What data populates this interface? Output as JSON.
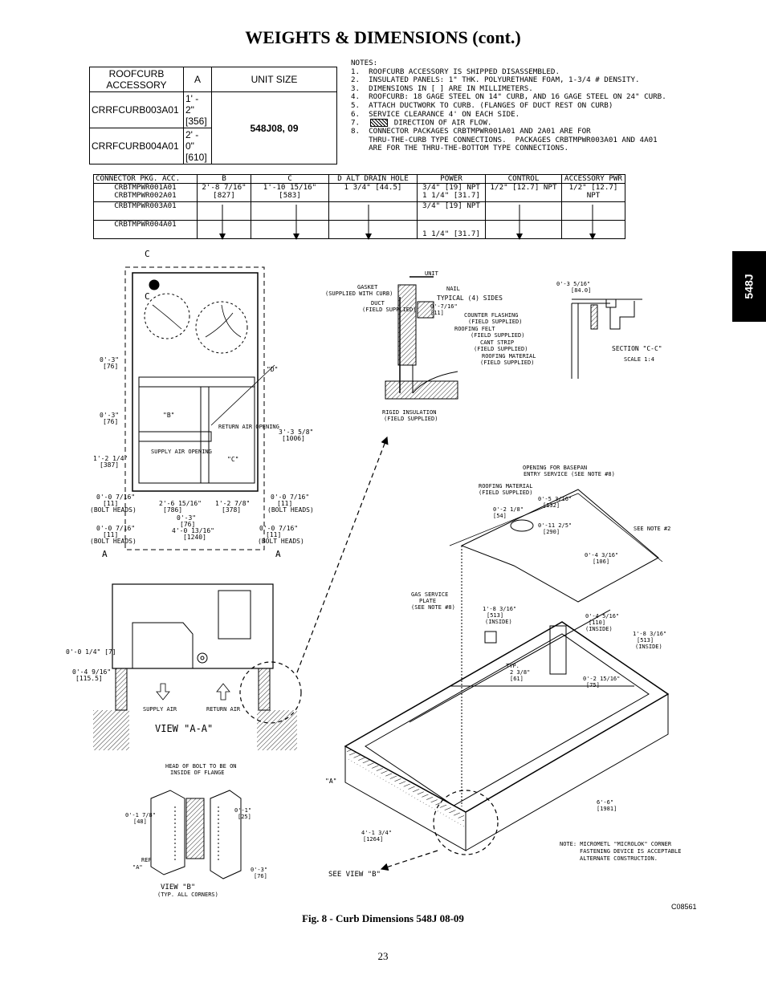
{
  "page_title": "WEIGHTS & DIMENSIONS (cont.)",
  "side_tab": "548J",
  "roofcurb_table": {
    "headers": [
      "ROOFCURB ACCESSORY",
      "A",
      "UNIT SIZE"
    ],
    "rows": [
      {
        "accessory": "CRRFCURB003A01",
        "a": "1' - 2\"",
        "a_mm": "[356]"
      },
      {
        "accessory": "CRRFCURB004A01",
        "a": "2' - 0\"",
        "a_mm": "[610]"
      }
    ],
    "unit_size": "548J08, 09"
  },
  "notes": {
    "heading": "NOTES:",
    "items": [
      "1.  ROOFCURB ACCESSORY IS SHIPPED DISASSEMBLED.",
      "2.  INSULATED PANELS: 1\" THK. POLYURETHANE FOAM, 1-3/4 # DENSITY.",
      "3.  DIMENSIONS IN [ ] ARE IN MILLIMETERS.",
      "4.  ROOFCURB: 18 GAGE STEEL ON 14\" CURB, AND 16 GAGE STEEL ON 24\" CURB.",
      "5.  ATTACH DUCTWORK TO CURB. (FLANGES OF DUCT REST ON CURB)",
      "6.  SERVICE CLEARANCE 4' ON EACH SIDE."
    ],
    "note7_prefix": "7.",
    "note7_text": "DIRECTION OF AIR FLOW.",
    "note8": "8.  CONNECTOR PACKAGES CRBTMPWR001A01 AND 2A01 ARE FOR\n    THRU-THE-CURB TYPE CONNECTIONS.  PACKAGES CRBTMPWR003A01 AND 4A01\n    ARE FOR THE THRU-THE-BOTTOM TYPE CONNECTIONS."
  },
  "connector_table": {
    "headers": [
      "CONNECTOR PKG. ACC.",
      "B",
      "C",
      "D ALT DRAIN HOLE",
      "POWER",
      "CONTROL",
      "ACCESSORY PWR"
    ],
    "pkg_rows": [
      "CRBTMPWR001A01\nCRBTMPWR002A01",
      "CRBTMPWR003A01",
      "CRBTMPWR004A01"
    ],
    "b": "2'-8 7/16\"\n[827]",
    "c": "1'-10 15/16\"\n[583]",
    "d": "1 3/4\" [44.5]",
    "power_1": "3/4\" [19] NPT\n1 1/4\" [31.7]",
    "power_2": "3/4\" [19] NPT",
    "power_3": "1 1/4\" [31.7]",
    "control": "1/2\" [12.7] NPT",
    "accessory_pwr": "1/2\" [12.7] NPT"
  },
  "drawing_labels": {
    "c_mark": "C",
    "a_mark": "A",
    "dim_0_3": "0'-3\"",
    "mm_76": "[76]",
    "dim_1_2_14": "1'-2 1/4\"",
    "mm_387": "[387]",
    "dim_0_0_716": "0'-0 7/16\"",
    "mm_11": "[11]",
    "bolt_heads": "(BOLT HEADS)",
    "dim_2_6": "2'-6 15/16\"",
    "mm_786": "[786]",
    "dim_1_2_78": "1'-2 7/8\"",
    "mm_378": "[378]",
    "dim_4_0": "4'-0 13/16\"",
    "mm_1240": "[1240]",
    "dim_3_3": "3'-3 5/8\"",
    "mm_1006": "[1006]",
    "b_mark": "\"B\"",
    "c_quote": "\"C\"",
    "d_mark": "\"D\"",
    "return_air_opening": "RETURN AIR OPENING",
    "supply_air_opening": "SUPPLY AIR OPENING",
    "unit": "UNIT",
    "gasket": "GASKET",
    "gasket_sub": "(SUPPLIED WITH CURB)",
    "duct": "DUCT",
    "duct_sub": "(FIELD SUPPLIED)",
    "nail": "NAIL",
    "typical_sides": "TYPICAL (4) SIDES",
    "dim_0_7": "0'-7/16\"",
    "counter_flashing": "COUNTER FLASHING",
    "field_supplied": "(FIELD SUPPLIED)",
    "roofing_felt": "ROOFING FELT",
    "cant_strip": "CANT STRIP",
    "roofing_material": "ROOFING MATERIAL",
    "rigid_insulation": "RIGID INSULATION",
    "dim_0_3_516": "0'-3 5/16\"",
    "mm_84": "[84.0]",
    "section_cc": "SECTION \"C-C\"",
    "scale": "SCALE 1:4",
    "dim_0_0_14": "0'-0 1/4\" [7]",
    "dim_0_4_916": "0'-4 9/16\"",
    "mm_1155": "[115.5]",
    "supply_air": "SUPPLY AIR",
    "return_air": "RETURN AIR",
    "view_aa": "VIEW \"A-A\"",
    "head_of_bolt": "HEAD OF BOLT TO BE ON",
    "inside_flange": "INSIDE OF FLANGE",
    "dim_0_1_78": "0'-1 7/8\"",
    "mm_48": "[48]",
    "dim_0_1": "0'-1\"",
    "mm_25": "[25]",
    "ref": "REF",
    "a_quote": "\"A\"",
    "view_b": "VIEW \"B\"",
    "typ_corners": "(TYP. ALL CORNERS)",
    "opening_basepan": "OPENING FOR BASEPAN",
    "entry_service": "ENTRY SERVICE (SEE NOTE #8)",
    "dim_0_2_18": "0'-2 1/8\"",
    "mm_54": "[54]",
    "dim_0_5_316": "0'-5 3/16\"",
    "mm_132": "[132]",
    "dim_0_11": "0'-11 2/5\"",
    "mm_290": "[290]",
    "see_note_2": "SEE NOTE #2",
    "dim_0_4_316": "0'-4 3/16\"",
    "mm_106": "[106]",
    "gas_service": "GAS SERVICE",
    "plate": "PLATE",
    "see_note_8": "(SEE NOTE #8)",
    "dim_1_8_316": "1'-8 3/16\"",
    "mm_513": "[513]",
    "inside": "(INSIDE)",
    "dim_0_4_516": "0'-4 5/16\"",
    "mm_110": "[110]",
    "typ": "TYP.",
    "dim_2_38": "2 3/8\"",
    "mm_61": "[61]",
    "dim_0_2_1516": "0'-2 15/16\"",
    "mm_75": "[75]",
    "dim_6_6": "6'-6\"",
    "mm_1981": "[1981]",
    "dim_4_1": "4'-1 3/4\"",
    "mm_1264": "[1264]",
    "see_view_b": "SEE VIEW \"B\"",
    "note_micrometl": "NOTE: MICROMETL \"MICROLOK\" CORNER",
    "note_fastening": "FASTENING DEVICE IS ACCEPTABLE",
    "note_alternate": "ALTERNATE CONSTRUCTION."
  },
  "figure_id": "C08561",
  "caption": "Fig. 8 - Curb Dimensions 548J 08-09",
  "page_number": "23"
}
